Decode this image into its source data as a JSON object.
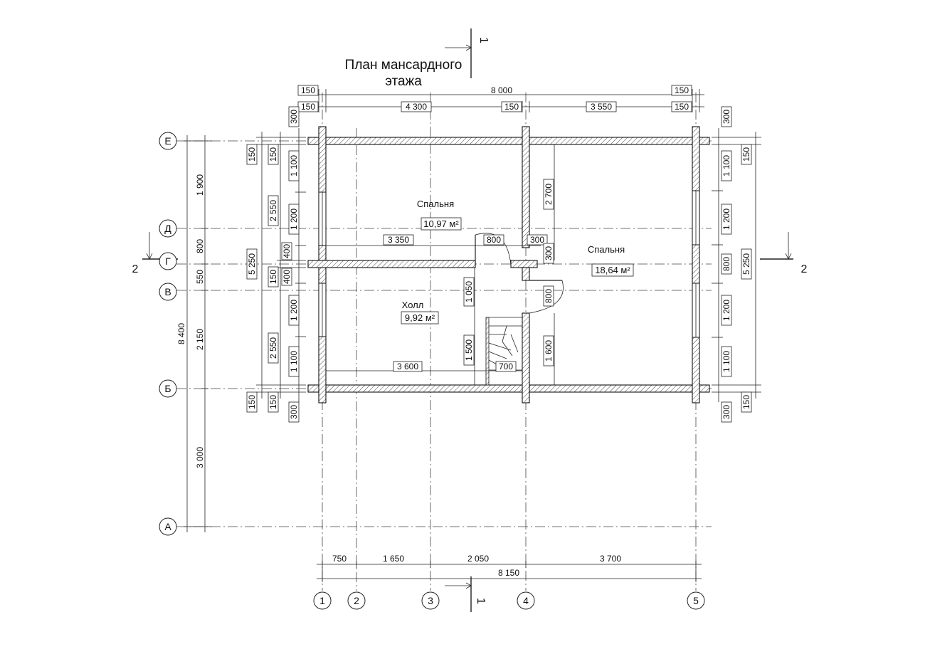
{
  "title": {
    "line1": "План мансардного",
    "line2": "этажа"
  },
  "section_marks": {
    "s1_top": "1",
    "s1_bottom": "1",
    "s2_left": "2",
    "s2_right": "2"
  },
  "axes_columns": [
    "1",
    "2",
    "3",
    "4",
    "5"
  ],
  "axes_rows": [
    "Е",
    "Д",
    "Г",
    "В",
    "Б",
    "А"
  ],
  "rooms": [
    {
      "name": "Спальня",
      "area": "10,97 м²"
    },
    {
      "name": "Спальня",
      "area": "18,64 м²"
    },
    {
      "name": "Холл",
      "area": "9,92 м²"
    }
  ],
  "dims": {
    "top_row1": [
      "150",
      "8 000",
      "150"
    ],
    "top_row2": [
      "150",
      "4 300",
      "150",
      "3 550",
      "150"
    ],
    "bottom_row1": [
      "750",
      "1 650",
      "2 050",
      "3 700"
    ],
    "bottom_total": "8 150",
    "left_outer_total": "8 400",
    "left_c1": [
      "1 900",
      "800",
      "550",
      "2 150",
      "3 000"
    ],
    "left_c2": [
      "150",
      "5 250",
      "150"
    ],
    "left_c3": [
      "150",
      "2 550",
      "150",
      "2 550",
      "150"
    ],
    "left_c4": [
      "300",
      "1 100",
      "1 200",
      "400",
      "400",
      "1 200",
      "1 100",
      "300"
    ],
    "right_c1": [
      "300",
      "1 100",
      "1 200",
      "800",
      "1 200",
      "1 100",
      "300"
    ],
    "right_c2": [
      "150",
      "5 250",
      "150"
    ],
    "interior": [
      "3 350",
      "800",
      "300",
      "300",
      "2 700",
      "1 050",
      "800",
      "1 500",
      "3 600",
      "700",
      "1 600"
    ]
  }
}
